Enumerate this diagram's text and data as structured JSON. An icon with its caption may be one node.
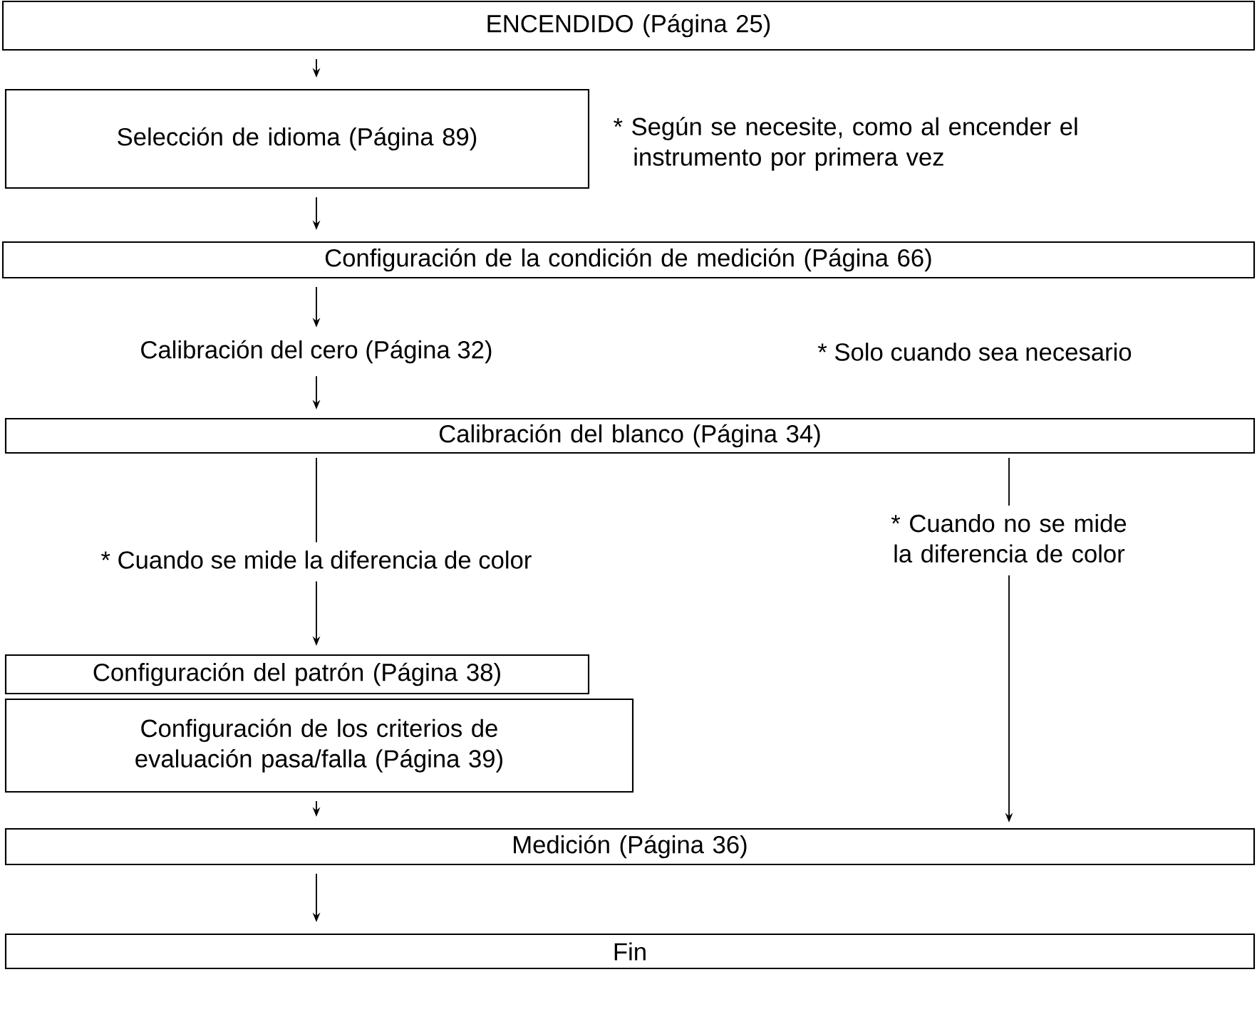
{
  "diagram": {
    "nodes": [
      {
        "text": [
          "ENCENDIDO (Página 25)"
        ]
      },
      {
        "text": [
          "Selección de idioma (Página 89)"
        ]
      },
      {
        "text": [
          "Configuración de la condición de medición (Página 66)"
        ]
      },
      {
        "text": [
          "Calibración del cero (Página 32)"
        ]
      },
      {
        "text": [
          "Calibración del blanco (Página 34)"
        ]
      },
      {
        "text": [
          "* Cuando se mide la diferencia de color"
        ]
      },
      {
        "text": [
          "* Cuando no se mide la diferencia de color"
        ]
      },
      {
        "text": [
          "Configuración del patrón (Página 38)"
        ]
      },
      {
        "text": [
          "Configuración de los criterios de evaluación pasa/falla (Página 39)"
        ]
      },
      {
        "text": [
          "Medición (Página 36)"
        ]
      },
      {
        "text": [
          "Fin"
        ]
      }
    ],
    "edges": [
      {
        "from": 0,
        "to": 1,
        "arrow": "to"
      },
      {
        "from": 1,
        "to": 2,
        "arrow": "to"
      },
      {
        "from": 2,
        "to": 3,
        "arrow": "to"
      },
      {
        "from": 3,
        "to": 4,
        "arrow": "to"
      },
      {
        "from": 4,
        "to": 5,
        "arrow": "none"
      },
      {
        "from": 4,
        "to": 6,
        "arrow": "none"
      },
      {
        "from": 5,
        "to": 7,
        "arrow": "to"
      },
      {
        "from": 8,
        "to": 9,
        "arrow": "to"
      },
      {
        "from": 6,
        "to": 9,
        "arrow": "to"
      },
      {
        "from": 9,
        "to": 10,
        "arrow": "to"
      }
    ],
    "labels": [
      "* Según se necesite, como al encender el instrumento por primera vez",
      "* Solo cuando sea necesario"
    ]
  }
}
